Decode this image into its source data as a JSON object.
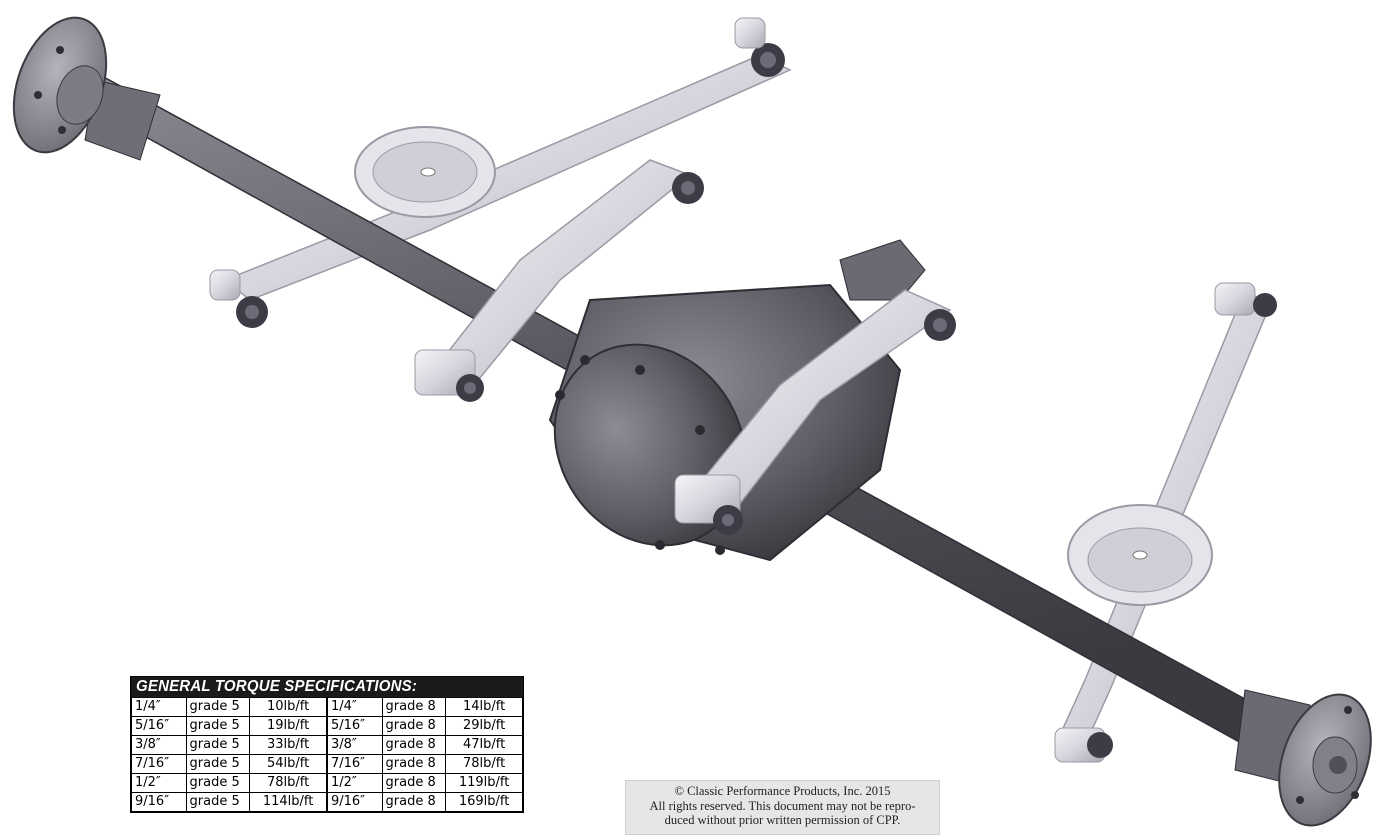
{
  "torque": {
    "title": "GENERAL TORQUE SPECIFICATIONS:",
    "rows": [
      [
        "1/4″",
        "grade 5",
        "10lb/ft",
        "1/4″",
        "grade 8",
        "14lb/ft"
      ],
      [
        "5/16″",
        "grade 5",
        "19lb/ft",
        "5/16″",
        "grade 8",
        "29lb/ft"
      ],
      [
        "3/8″",
        "grade 5",
        "33lb/ft",
        "3/8″",
        "grade 8",
        "47lb/ft"
      ],
      [
        "7/16″",
        "grade 5",
        "54lb/ft",
        "7/16″",
        "grade 8",
        "78lb/ft"
      ],
      [
        "1/2″",
        "grade 5",
        "78lb/ft",
        "1/2″",
        "grade 8",
        "119lb/ft"
      ],
      [
        "9/16″",
        "grade 5",
        "114lb/ft",
        "9/16″",
        "grade 8",
        "169lb/ft"
      ]
    ]
  },
  "copyright": {
    "line1": "© Classic Performance Products, Inc. 2015",
    "line2": "All rights reserved. This document may not be repro-",
    "line3": "duced without prior written permission of CPP."
  },
  "colors": {
    "axle_dark": "#5a5a62",
    "arm_light": "#d8d8e0",
    "table_header": "#1a1a1a",
    "copyright_bg": "#e6e6e6"
  }
}
